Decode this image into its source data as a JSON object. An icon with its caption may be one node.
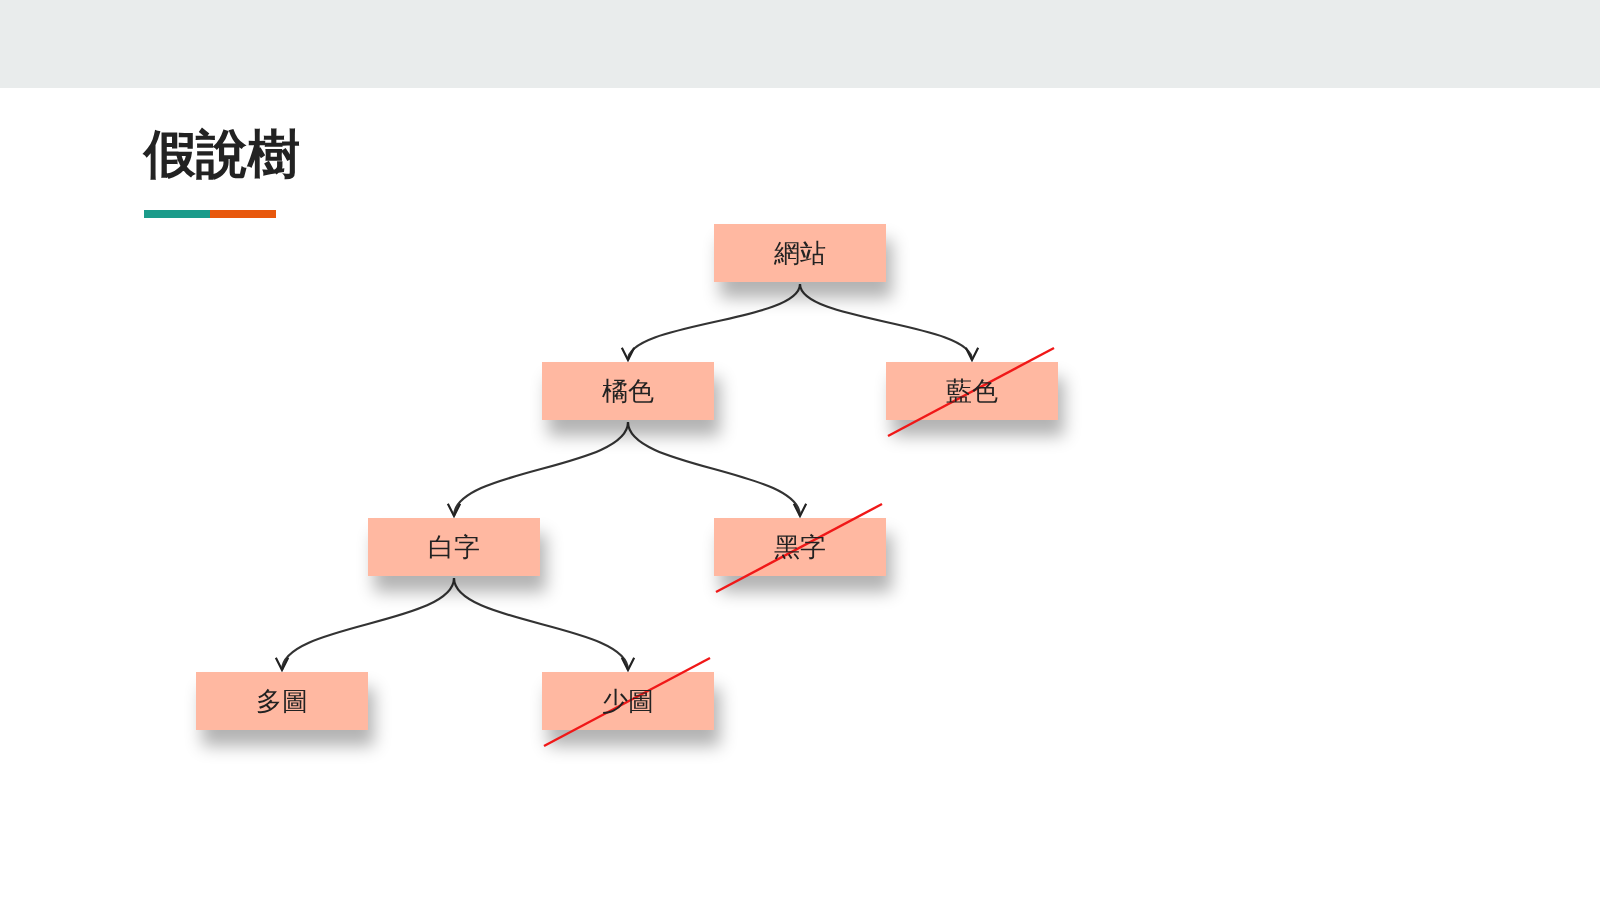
{
  "diagram": {
    "title": "假說樹",
    "nodes": [
      {
        "text": [
          "網站"
        ]
      },
      {
        "text": [
          "橘色"
        ]
      },
      {
        "text": [
          "藍色"
        ]
      },
      {
        "text": [
          "白字"
        ]
      },
      {
        "text": [
          "黑字"
        ]
      },
      {
        "text": [
          "多圖"
        ]
      },
      {
        "text": [
          "少圖"
        ]
      }
    ],
    "edges": [
      {
        "from": 0,
        "to": 1,
        "arrow": "to"
      },
      {
        "from": 0,
        "to": 2,
        "arrow": "to"
      },
      {
        "from": 1,
        "to": 3,
        "arrow": "to"
      },
      {
        "from": 1,
        "to": 4,
        "arrow": "to"
      },
      {
        "from": 3,
        "to": 5,
        "arrow": "to"
      },
      {
        "from": 3,
        "to": 6,
        "arrow": "to"
      }
    ]
  }
}
